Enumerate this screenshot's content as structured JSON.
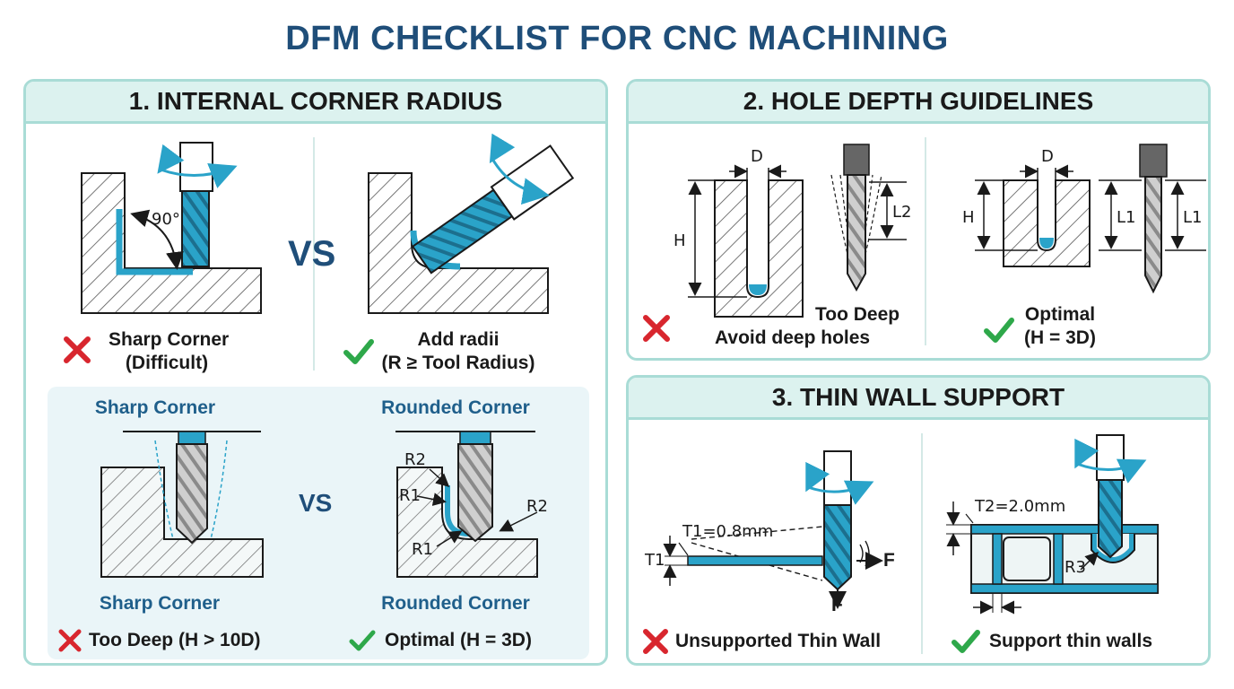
{
  "title": "DFM CHECKLIST FOR CNC MACHINING",
  "panels": {
    "p1": {
      "heading": "1. INTERNAL CORNER RADIUS",
      "angle": "90°",
      "vs": "VS",
      "bad_line1": "Sharp Corner",
      "bad_line2": "(Difficult)",
      "good_line1": "Add radii",
      "good_line2": "(R ≥ Tool Radius)",
      "sub": {
        "left_top": "Sharp Corner",
        "right_top": "Rounded Corner",
        "vs": "VS",
        "left_bottom": "Sharp Corner",
        "right_bottom": "Rounded Corner",
        "r2a": "R2",
        "r1a": "R1",
        "r2b": "R2",
        "r1b": "R1",
        "bad": "Too Deep (H > 10D)",
        "good": "Optimal (H = 3D)"
      }
    },
    "p2": {
      "heading": "2. HOLE DEPTH GUIDELINES",
      "d_left": "D",
      "h_left": "H",
      "l2": "L2",
      "too_deep": "Too Deep",
      "avoid": "Avoid deep holes",
      "d_right": "D",
      "h_right": "H",
      "l1a": "L1",
      "l1b": "L1",
      "optimal1": "Optimal",
      "optimal2": "(H = 3D)"
    },
    "p3": {
      "heading": "3. THIN WALL SUPPORT",
      "t1_value": "T1=0.8mm",
      "t1": "T1",
      "f1": "F",
      "f2": "F",
      "t2_value": "T2=2.0mm",
      "r3": "R3",
      "bad": "Unsupported Thin Wall",
      "good": "Support thin walls"
    }
  },
  "colors": {
    "accent": "#2aa3c9",
    "title": "#1f4e79",
    "bad": "#d8262e",
    "good": "#2ea84a",
    "panel_border": "#a9dcd6"
  }
}
